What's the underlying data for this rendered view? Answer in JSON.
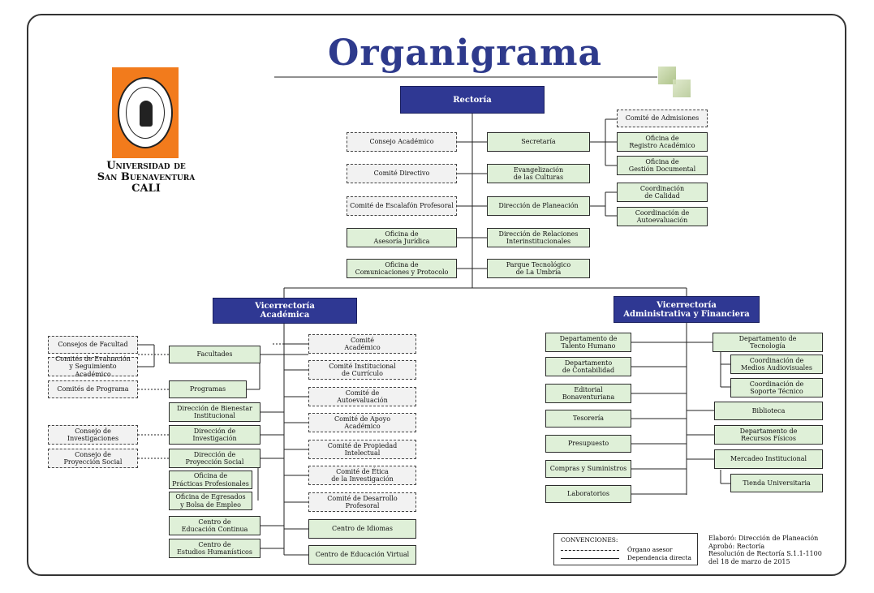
{
  "title": "Organigrama",
  "university": {
    "line1": "Universidad de",
    "line2": "San Buenaventura",
    "line3": "CALI"
  },
  "colors": {
    "header_blue": "#2f3893",
    "unit_green": "#dff0d8",
    "advisory_gray": "#f2f2f2"
  },
  "top": {
    "rectoria": "Rectoría",
    "consejo_academico": "Consejo Académico",
    "comite_directivo": "Comité Directivo",
    "comite_escalafon": "Comité de Escalafón Profesoral",
    "asesoria_juridica": "Oficina de\nAsesoría Jurídica",
    "comunicaciones": "Oficina de\nComunicaciones y Protocolo",
    "secretaria": "Secretaría",
    "evangelizacion": "Evangelización\nde las Culturas",
    "planeacion": "Dirección de Planeación",
    "relaciones": "Dirección de Relaciones\nInterinstitucionales",
    "parque": "Parque Tecnológico\nde La Umbría",
    "comite_admisiones": "Comité de Admisiones",
    "registro": "Oficina de\nRegistro Académico",
    "gestion_documental": "Oficina de\nGestión Documental",
    "calidad": "Coordinación\nde Calidad",
    "autoevaluacion": "Coordinación de\nAutoevaluación"
  },
  "academica": {
    "header": "Vicerrectoría\nAcadémica",
    "consejos_facultad": "Consejos de Facultad",
    "comites_evaluacion": "Comités de Evaluación\ny Seguimiento Académico",
    "comites_programa": "Comités de Programa",
    "consejo_investigaciones": "Consejo de\nInvestigaciones",
    "consejo_proyeccion": "Consejo de\nProyección Social",
    "facultades": "Facultades",
    "programas": "Programas",
    "bienestar": "Dirección de Bienestar\nInstitucional",
    "investigacion": "Dirección de\nInvestigación",
    "proyeccion": "Dirección de\nProyección Social",
    "practicas": "Oficina de\nPrácticas Profesionales",
    "egresados": "Oficina de Egresados\ny Bolsa de Empleo",
    "educacion_continua": "Centro de\nEducación Continua",
    "estudios_humanisticos": "Centro de\nEstudios Humanísticos",
    "comite_academico": "Comité\nAcadémico",
    "comite_curriculo": "Comité Institucional\nde Currículo",
    "comite_autoevaluacion": "Comité de\nAutoevaluación",
    "comite_apoyo": "Comité de Apoyo\nAcadémico",
    "comite_propiedad": "Comité de Propiedad\nIntelectual",
    "comite_etica": "Comité de Ética\nde la Investigación",
    "comite_desarrollo": "Comité de Desarrollo\nProfesoral",
    "idiomas": "Centro de Idiomas",
    "educacion_virtual": "Centro de Educación Virtual"
  },
  "administrativa": {
    "header": "Vicerrectoría\nAdministrativa y Financiera",
    "talento": "Departamento de\nTalento Humano",
    "contabilidad": "Departamento\nde Contabilidad",
    "editorial": "Editorial\nBonaventuriana",
    "tesoreria": "Tesorería",
    "presupuesto": "Presupuesto",
    "compras": "Compras y Suministros",
    "laboratorios": "Laboratorios",
    "tecnologia": "Departamento de\nTecnología",
    "medios": "Coordinación de\nMedios Audiovisuales",
    "soporte": "Coordinación de\nSoporte Técnico",
    "biblioteca": "Biblioteca",
    "recursos_fisicos": "Departamento de\nRecursos Físicos",
    "mercadeo": "Mercadeo Institucional",
    "tienda": "Tienda Universitaria"
  },
  "legend": {
    "title": "CONVENCIONES:",
    "advisory": "Órgano asesor",
    "direct": "Dependencia directa"
  },
  "notes": {
    "line1": "Elaboró: Dirección de Planeación",
    "line2": "Aprobó: Rectoría",
    "line3": "Resolución de Rectoría S.1.1-1100",
    "line4": "del 18 de marzo de 2015"
  }
}
